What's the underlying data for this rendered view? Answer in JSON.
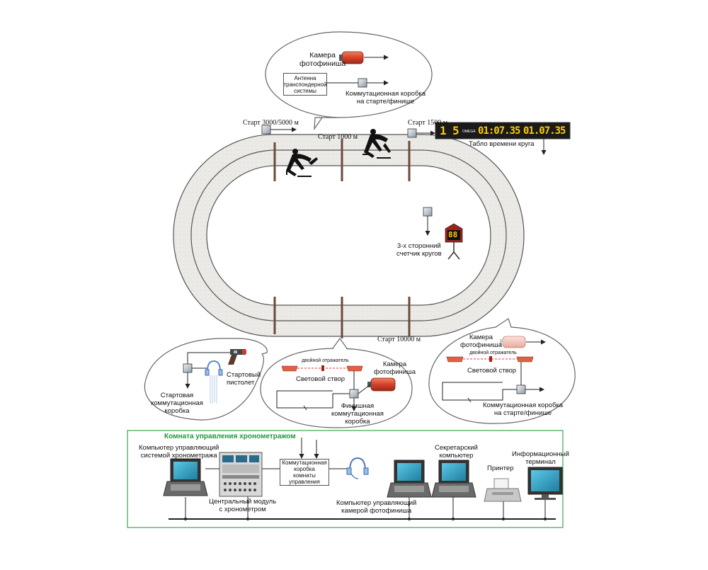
{
  "track": {
    "start_3000_5000": "Старт 3000/5000 м",
    "start_1000": "Старт 1000 м",
    "start_1500": "Старт 1500 м",
    "start_10000": "Старт 10000 м",
    "lap_counter_label": "3-х сторонний\nсчетчик кругов",
    "lap_counter_value": "88"
  },
  "scoreboard": {
    "label": "Табло времени круга",
    "lap": "1",
    "pos": "5",
    "brand": "OMEGA",
    "time1": "01:07.35",
    "time2": "01.07.35"
  },
  "top_bubble": {
    "camera_label": "Камера\nфотофиниша",
    "antenna_label": "Антенна\nтранспондерной\nсистемы",
    "junction_label": "Коммутационная коробка\nна старте/финише"
  },
  "left_bubble": {
    "pistol_label": "Стартовый\nпистолет",
    "box_label": "Стартовая\nкоммутационная\nкоробка"
  },
  "mid_bubble": {
    "reflector_label": "двойной отражатель",
    "beam_label": "Световой створ",
    "camera_label": "Камера\nфотофиниша",
    "box_label": "Финишная\nкоммутационная\nкоробка"
  },
  "right_bubble": {
    "camera_label": "Камера\nфотофиниша",
    "reflector_label": "двойной отражатель",
    "beam_label": "Световой створ",
    "box_label": "Коммутационная коробка\nна старте/финише"
  },
  "control_room": {
    "title": "Комната управления хронометражом",
    "pc_main_label": "Компьютер управляющий\nсистемой хронометража",
    "central_module_label": "Центральный модуль\nс хронометром",
    "room_box_label": "Коммутационная\nкоробка\nкомнаты\nуправления",
    "pc_photo_label": "Компьютер управляющий\nкамерой фотофиниша",
    "secretary_label": "Секретарский\nкомпьютер",
    "printer_label": "Принтер",
    "terminal_label": "Информационный\nтерминал"
  },
  "colors": {
    "track": "#ece9e4",
    "rink_lines": "#6b4a3a",
    "camera": "#d8502a",
    "scoreboard_bg": "#1a1a1a",
    "digits": "#ffcc00",
    "control_border": "#3aa84d",
    "title_green": "#1a9a3a",
    "screen": "#2f9fc0"
  }
}
